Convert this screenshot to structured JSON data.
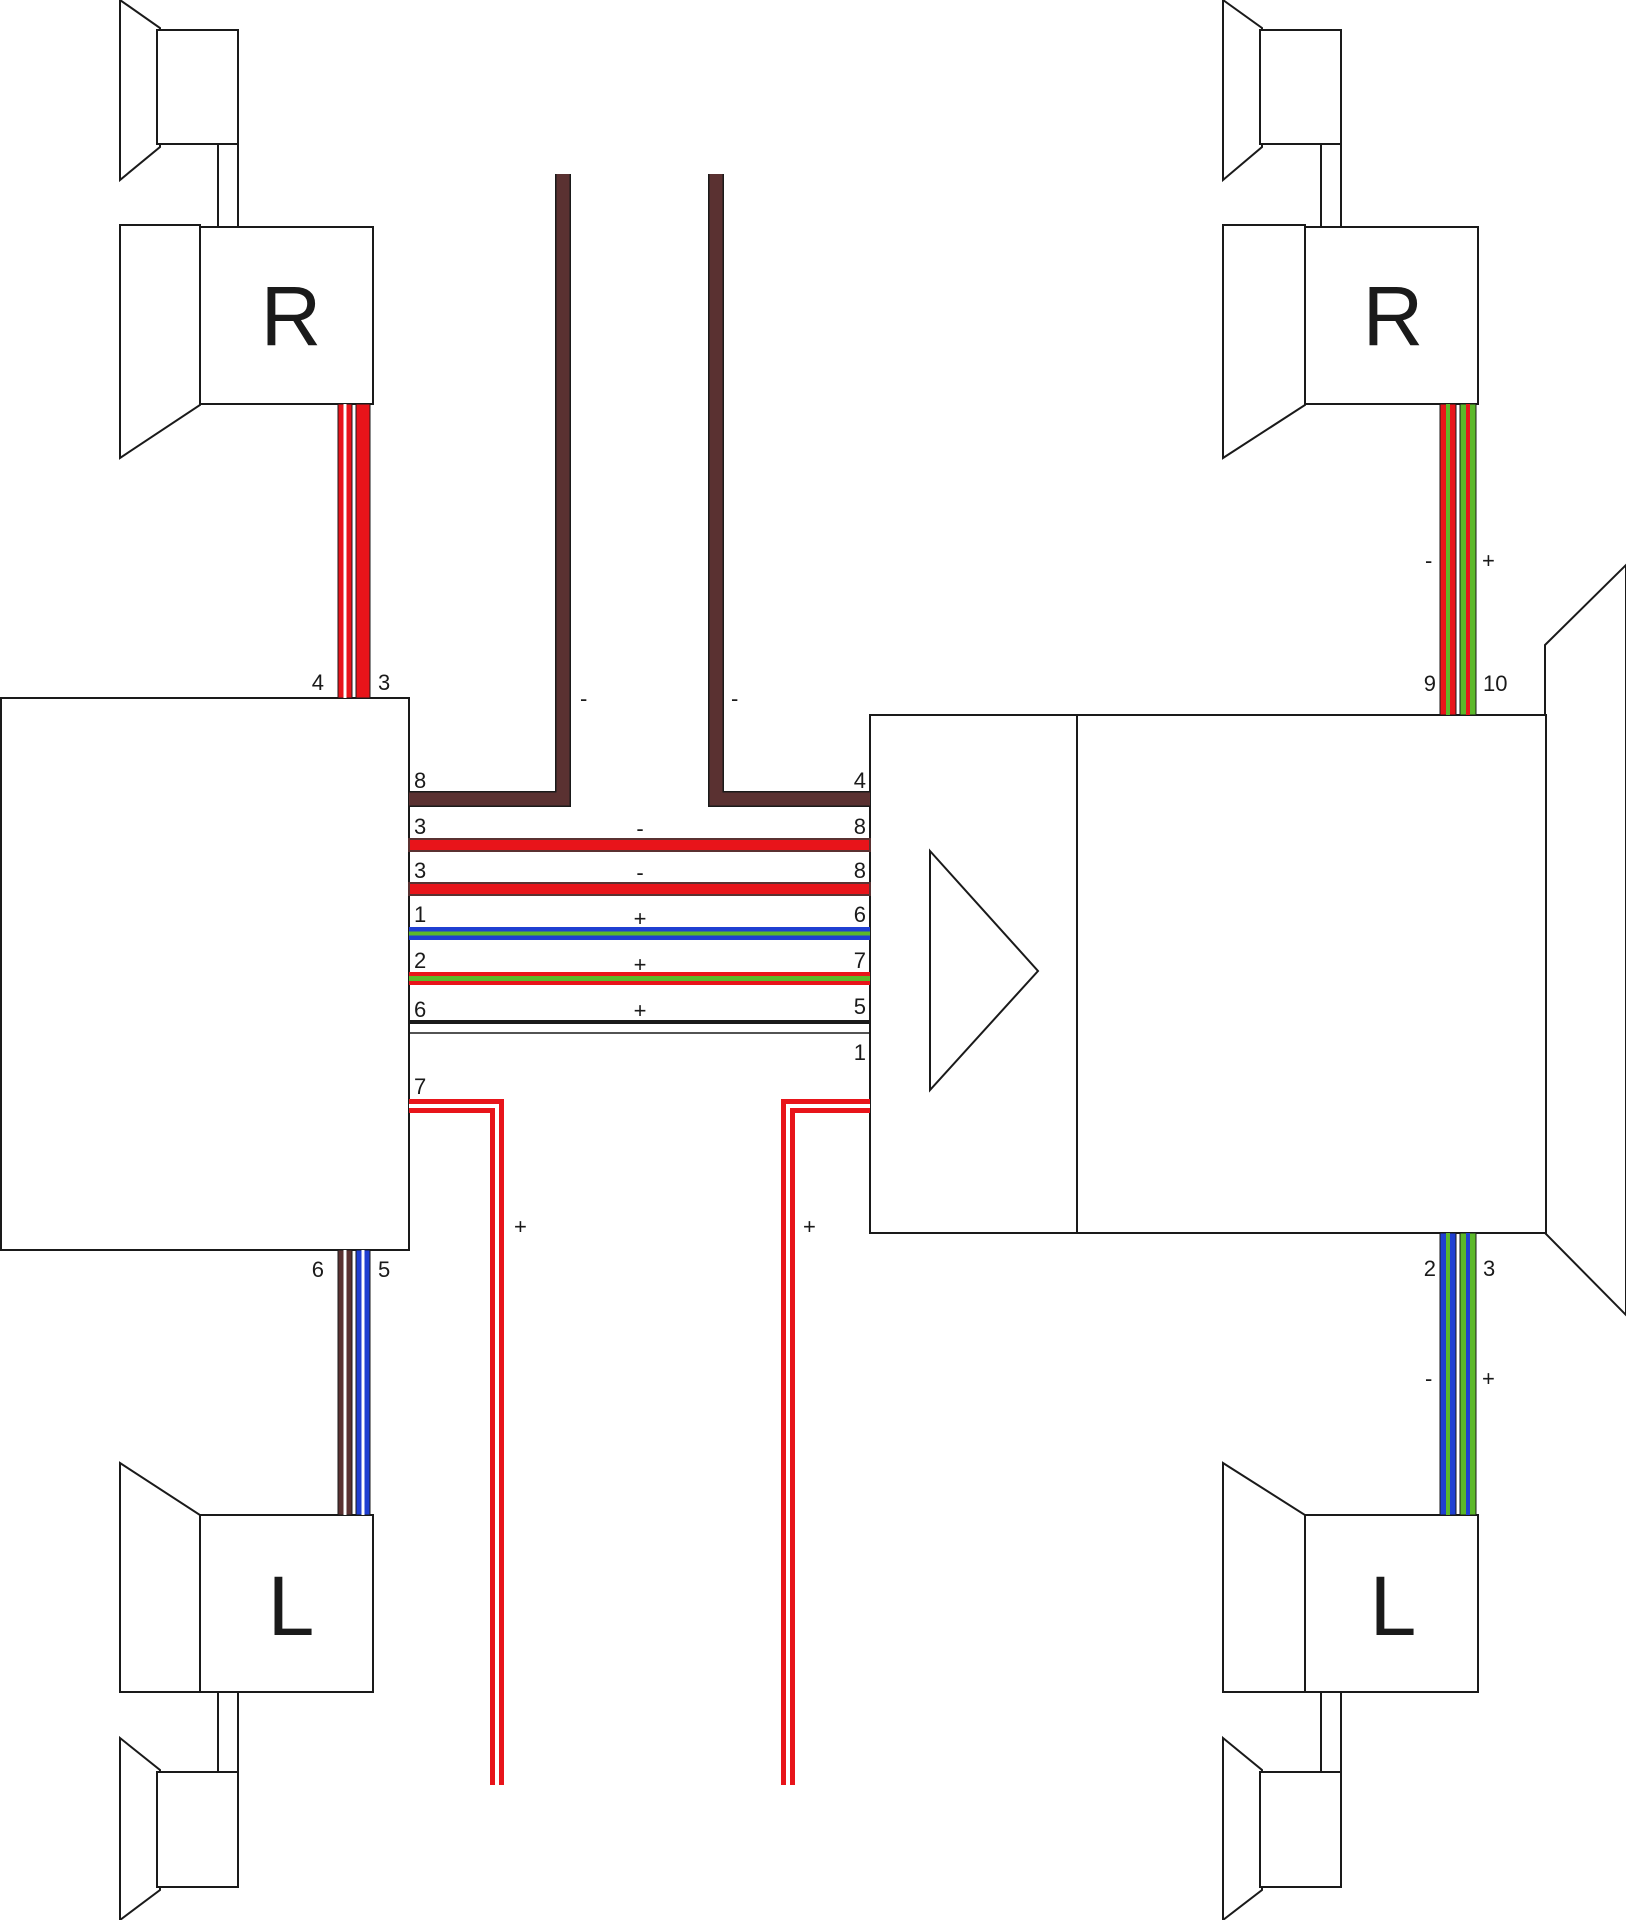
{
  "diagram": {
    "title": "",
    "colors": {
      "red": "#e8141a",
      "brown": "#5a3131",
      "blue": "#1f3fd2",
      "green": "#5cb82a",
      "white": "#ffffff",
      "black": "#1a1a1a",
      "outline": "#1a1a1a"
    },
    "speakers": {
      "top_left_label": "R",
      "top_right_label": "R",
      "bottom_left_label": "L",
      "bottom_right_label": "L"
    },
    "pins": {
      "left_unit_top_a": "4",
      "left_unit_top_b": "3",
      "left_unit_bottom_a": "6",
      "left_unit_bottom_b": "5",
      "left_row_1": "8",
      "left_row_2": "3",
      "left_row_3": "3",
      "left_row_4": "1",
      "left_row_5": "2",
      "left_row_6": "6",
      "left_row_7": "7",
      "right_row_1": "4",
      "right_row_2": "8",
      "right_row_3": "8",
      "right_row_4": "6",
      "right_row_5": "7",
      "right_row_6": "5",
      "right_row_7": "1",
      "amp_top_a": "9",
      "amp_top_b": "10",
      "amp_bottom_a": "2",
      "amp_bottom_b": "3"
    },
    "polarity": {
      "ground_left": "-",
      "ground_right": "-",
      "row_2": "-",
      "row_3": "-",
      "row_4": "+",
      "row_5": "+",
      "row_6": "+",
      "power_left": "+",
      "power_right": "+",
      "top_right_minus": "-",
      "top_right_plus": "+",
      "bottom_right_minus": "-",
      "bottom_right_plus": "+"
    }
  }
}
